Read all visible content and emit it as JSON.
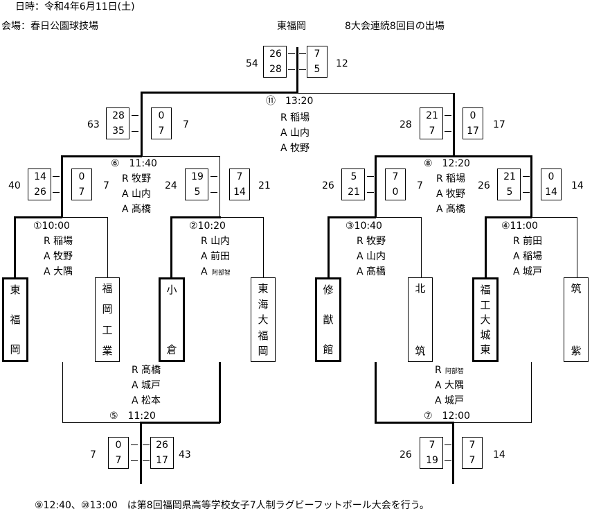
{
  "header": {
    "date": "日時：令和4年6月11日(土)",
    "venue": "会場：春日公園球技場",
    "winner": "東福岡",
    "note": "8大会連続8回目の出場"
  },
  "final": {
    "left_total": "54",
    "right_total": "12",
    "left_scores": [
      "26",
      "28"
    ],
    "right_scores": [
      "7",
      "5"
    ],
    "label": "⑪　13:20",
    "referees": [
      "R 稲場",
      "A 山内",
      "A 牧野"
    ]
  },
  "sf_left": {
    "left_total": "63",
    "right_total": "7",
    "left_scores": [
      "28",
      "35"
    ],
    "right_scores": [
      "0",
      "7"
    ],
    "label": "⑥　11:40",
    "referees": [
      "R 牧野",
      "A 山内",
      "A 髙橋"
    ]
  },
  "sf_right": {
    "left_total": "28",
    "right_total": "17",
    "left_scores": [
      "21",
      "7"
    ],
    "right_scores": [
      "0",
      "17"
    ],
    "label": "⑧　12:20",
    "referees": [
      "R 稲場",
      "A 牧野",
      "A 髙橋"
    ]
  },
  "qf1": {
    "left_total": "40",
    "right_total": "7",
    "left_scores": [
      "14",
      "26"
    ],
    "right_scores": [
      "0",
      "7"
    ],
    "label": "①10:00",
    "referees": [
      "R 稲場",
      "A 牧野",
      "A 大隅"
    ]
  },
  "qf2": {
    "left_total": "24",
    "right_total": "21",
    "left_scores": [
      "19",
      "5"
    ],
    "right_scores": [
      "7",
      "14"
    ],
    "label": "②10:20",
    "referees": [
      "R 山内",
      "A 前田"
    ],
    "ref_small": "阿部智",
    "ref_small_prefix": "A"
  },
  "qf3": {
    "left_total": "26",
    "right_total": "7",
    "left_scores": [
      "5",
      "21"
    ],
    "right_scores": [
      "7",
      "0"
    ],
    "label": "③10:40",
    "referees": [
      "R 牧野",
      "A 山内",
      "A 髙橋"
    ]
  },
  "qf4": {
    "left_total": "26",
    "right_total": "14",
    "left_scores": [
      "21",
      "5"
    ],
    "right_scores": [
      "0",
      "14"
    ],
    "label": "④11:00",
    "referees": [
      "R 前田",
      "A 稲場",
      "A 城戸"
    ]
  },
  "teams": [
    "東福岡",
    "福岡工業",
    "小倉",
    "東海大福岡",
    "修猷館",
    "北筑",
    "福工大城東",
    "筑紫"
  ],
  "cons_left": {
    "left_total": "7",
    "right_total": "43",
    "left_scores": [
      "0",
      "7"
    ],
    "right_scores": [
      "26",
      "17"
    ],
    "label": "⑤　11:20",
    "referees": [
      "R 髙橋",
      "A 城戸",
      "A 松本"
    ]
  },
  "cons_right": {
    "left_total": "26",
    "right_total": "14",
    "left_scores": [
      "7",
      "19"
    ],
    "right_scores": [
      "7",
      "7"
    ],
    "label": "⑦　12:00",
    "ref_small_prefix": "R",
    "ref_small": "阿部智",
    "referees": [
      "A 大隅",
      "A 城戸"
    ]
  },
  "footer": "⑨12:40、⑩13:00　は第8回福岡県高等学校女子7人制ラグビーフットボール大会を行う。"
}
